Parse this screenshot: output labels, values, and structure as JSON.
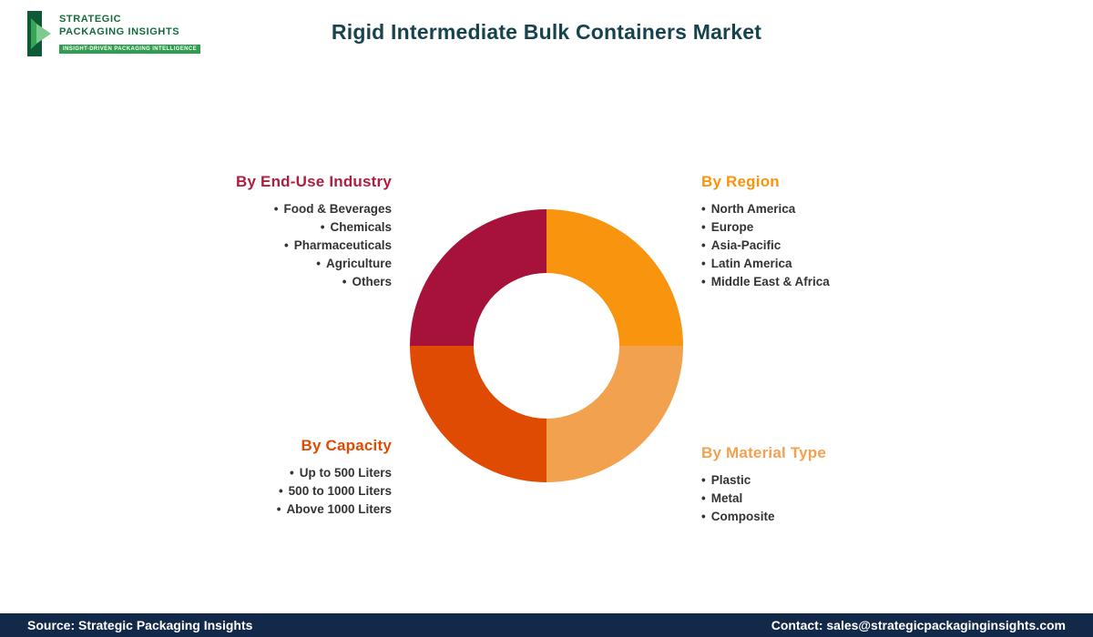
{
  "logo": {
    "line1": "STRATEGIC",
    "line2": "PACKAGING INSIGHTS",
    "tagline": "INSIGHT-DRIVEN PACKAGING INTELLIGENCE",
    "green_dark": "#166B3C",
    "green_bright": "#2F9E4F"
  },
  "title": "Rigid Intermediate Bulk Containers Market",
  "title_color": "#17434F",
  "chart_data": {
    "type": "pie",
    "style": "donut",
    "note": "decorative equal quadrants, clockwise from top",
    "segments": [
      {
        "name": "By Region",
        "value": 25,
        "color": "#F8940D"
      },
      {
        "name": "By Material Type",
        "value": 25,
        "color": "#F2A24F"
      },
      {
        "name": "By Capacity",
        "value": 25,
        "color": "#E04B04"
      },
      {
        "name": "By End-Use Industry",
        "value": 25,
        "color": "#A6123A"
      }
    ]
  },
  "sections": {
    "end_use": {
      "heading": "By End-Use Industry",
      "color": "#B01E3E",
      "items": [
        "Food & Beverages",
        "Chemicals",
        "Pharmaceuticals",
        "Agriculture",
        "Others"
      ]
    },
    "region": {
      "heading": "By Region",
      "color": "#F8940D",
      "items": [
        "North America",
        "Europe",
        "Asia-Pacific",
        "Latin America",
        "Middle East & Africa"
      ]
    },
    "capacity": {
      "heading": "By Capacity",
      "color": "#E04B04",
      "items": [
        "Up to 500 Liters",
        "500 to 1000 Liters",
        "Above 1000 Liters"
      ]
    },
    "material": {
      "heading": "By Material Type",
      "color": "#F2A24F",
      "items": [
        "Plastic",
        "Metal",
        "Composite"
      ]
    }
  },
  "footer": {
    "source": "Source: Strategic Packaging Insights",
    "contact": "Contact: sales@strategicpackaginginsights.com",
    "bg_color": "#12294A"
  }
}
